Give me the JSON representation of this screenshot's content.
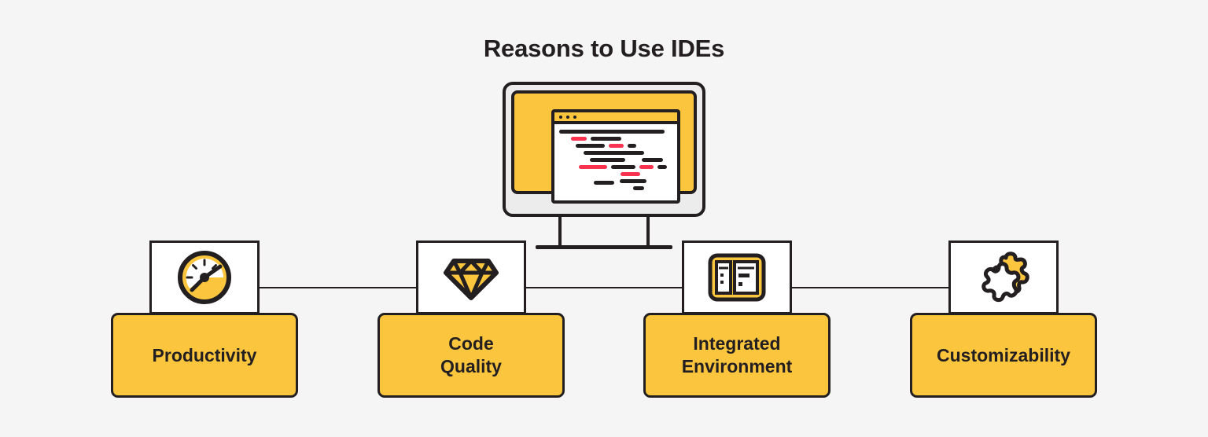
{
  "page": {
    "title": "Reasons to Use IDEs",
    "background_color": "#F5F5F5",
    "accent_color": "#FBC63E",
    "outline_color": "#231F20",
    "highlight_color": "#F9324F"
  },
  "hero": {
    "name": "monitor-code-editor-illustration",
    "screen_color": "#FBC63E",
    "frame_color": "#ECECEC",
    "window_title_dots": 3
  },
  "nodes": [
    {
      "id": "productivity",
      "icon": "speedometer-icon",
      "label": "Productivity"
    },
    {
      "id": "code-quality",
      "icon": "diamond-icon",
      "label": "Code\nQuality"
    },
    {
      "id": "integrated-environment",
      "icon": "split-pane-window-icon",
      "label": "Integrated\nEnvironment"
    },
    {
      "id": "customizability",
      "icon": "puzzle-pieces-icon",
      "label": "Customizability"
    }
  ]
}
